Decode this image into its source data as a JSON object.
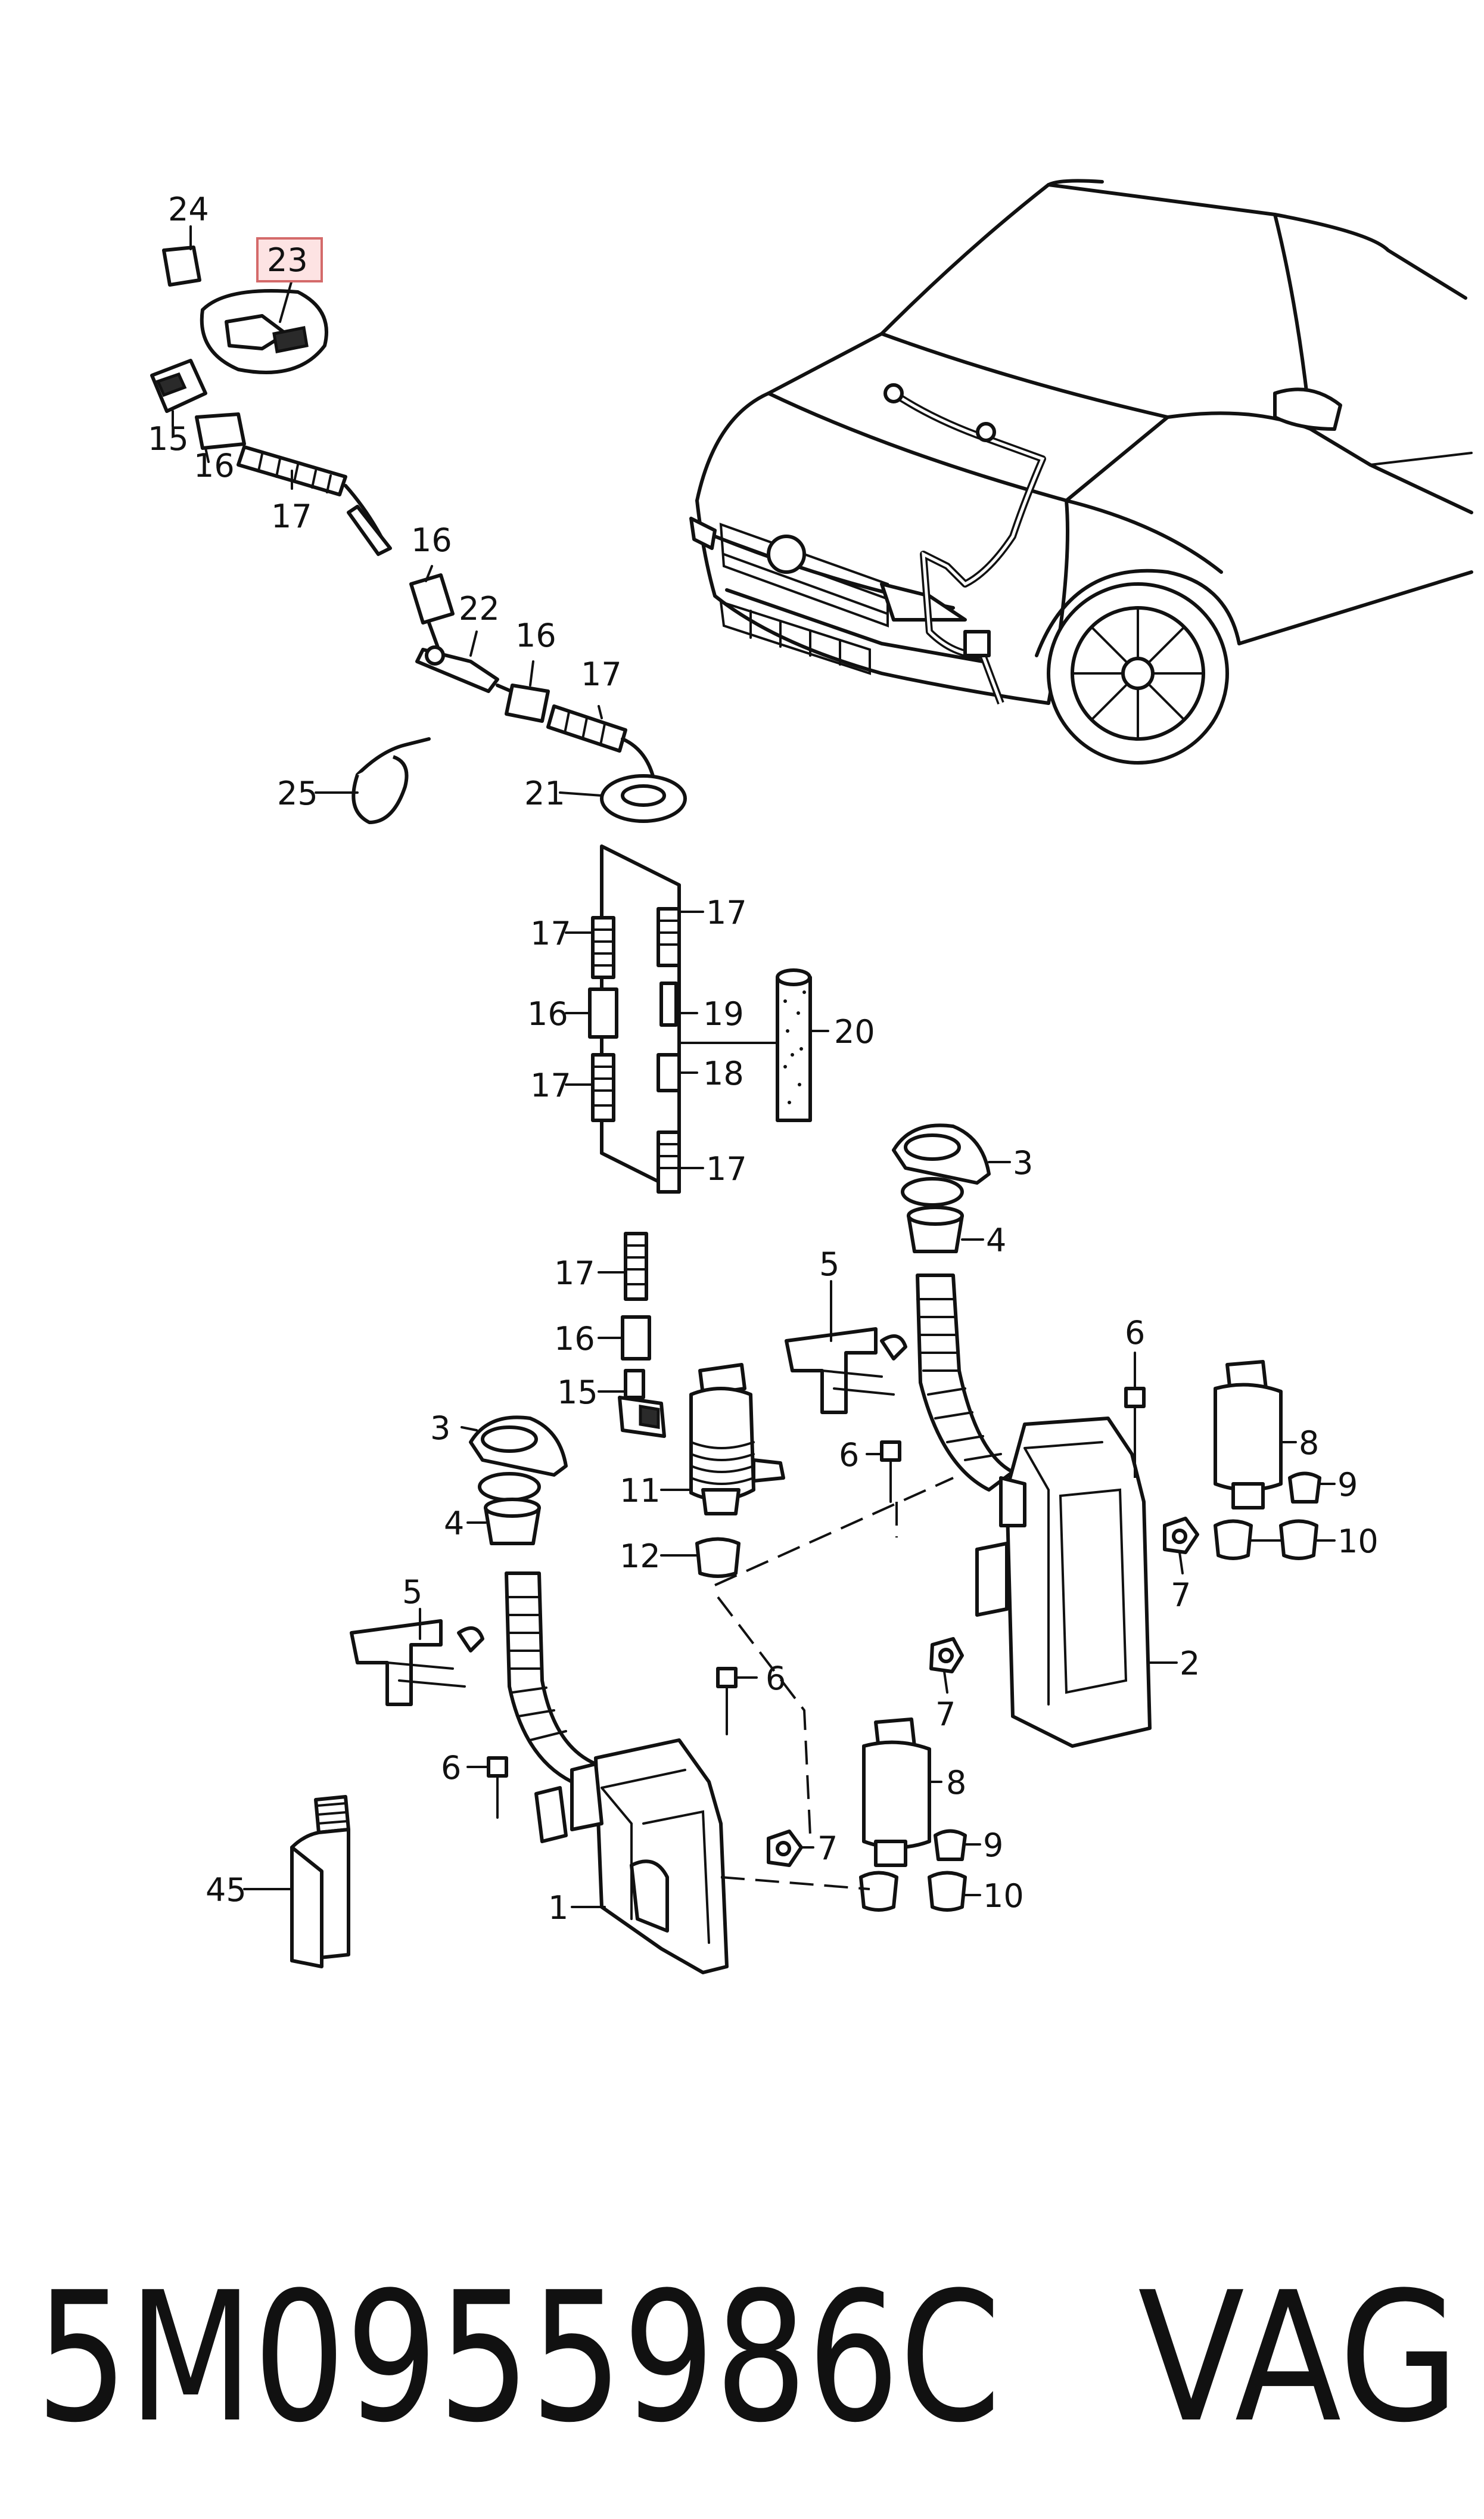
{
  "labels": {
    "l24": "24",
    "l23": "23",
    "l15a": "15",
    "l16a": "16",
    "l17a": "17",
    "l16b": "16",
    "l22": "22",
    "l16c": "16",
    "l17b": "17",
    "l25": "25",
    "l21": "21",
    "l17c": "17",
    "l16d": "16",
    "l17d": "17",
    "l17e": "17",
    "l19": "19",
    "l18": "18",
    "l17f": "17",
    "l20": "20",
    "l17g": "17",
    "l16e": "16",
    "l15b": "15",
    "l3a": "3",
    "l4a": "4",
    "l5a": "5",
    "l6a": "6",
    "l6b": "6",
    "l8a": "8",
    "l9a": "9",
    "l10a": "10",
    "l7a": "7",
    "l2": "2",
    "l7b": "7",
    "l11": "11",
    "l12": "12",
    "l3b": "3",
    "l4b": "4",
    "l5b": "5",
    "l6c": "6",
    "l6d": "6",
    "l7c": "7",
    "l8b": "8",
    "l9b": "9",
    "l10b": "10",
    "l1": "1",
    "l45": "45"
  },
  "highlight": {
    "label": "23",
    "fill": "#fde3e3",
    "stroke": "#d46a6a"
  },
  "footer": {
    "part_number": "5M0955986C",
    "brand": "VAG"
  }
}
